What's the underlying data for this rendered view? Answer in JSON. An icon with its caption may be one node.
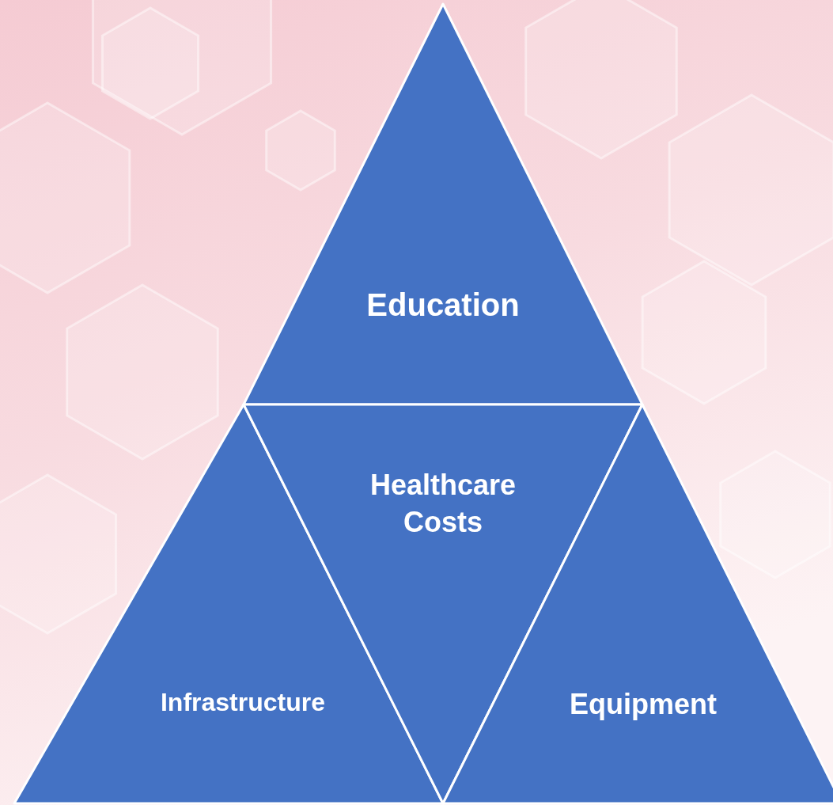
{
  "diagram": {
    "nodes": [
      {
        "text": [
          "Education"
        ]
      },
      {
        "text": [
          "Infrastructure"
        ]
      },
      {
        "text": [
          "Healthcare Costs"
        ]
      },
      {
        "text": [
          "Equipment"
        ]
      }
    ]
  }
}
